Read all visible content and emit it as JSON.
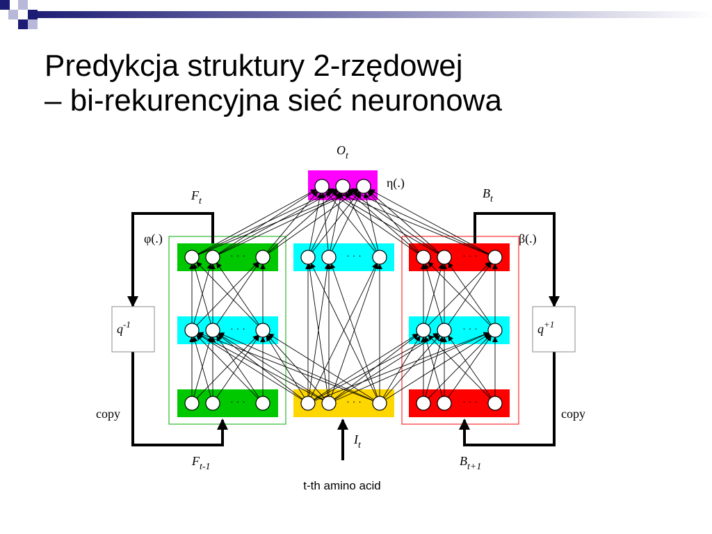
{
  "slide": {
    "title_line1": "Predykcja struktury 2-rzędowej",
    "title_line2": "– bi-rekurencyjna sieć neuronowa"
  },
  "diagram": {
    "output_label": "O",
    "output_sub": "t",
    "eta_label": "η(.)",
    "forward_label": "F",
    "forward_sub": "t",
    "backward_label": "B",
    "backward_sub": "t",
    "phi_label": "φ(.)",
    "beta_label": "β(.)",
    "delay_left_base": "q",
    "delay_left_sup": "-1",
    "delay_right_base": "q",
    "delay_right_sup": "+1",
    "copy_left": "copy",
    "copy_right": "copy",
    "forward_prev_label": "F",
    "forward_prev_sub": "t-1",
    "backward_next_label": "B",
    "backward_next_sub": "t+1",
    "input_label": "I",
    "input_sub": "t",
    "input_caption": "t-th amino acid",
    "ellipsis": "· · ·"
  },
  "colors": {
    "output_layer": "#ff00ff",
    "forward_net": "#00c800",
    "hidden_layer": "#00ffff",
    "backward_net": "#ff0000",
    "input_layer": "#ffd700",
    "forward_box": "#00aa00",
    "backward_box": "#ff0000",
    "deco_dark": "#1c1c74",
    "deco_light": "#b8b8d8"
  }
}
